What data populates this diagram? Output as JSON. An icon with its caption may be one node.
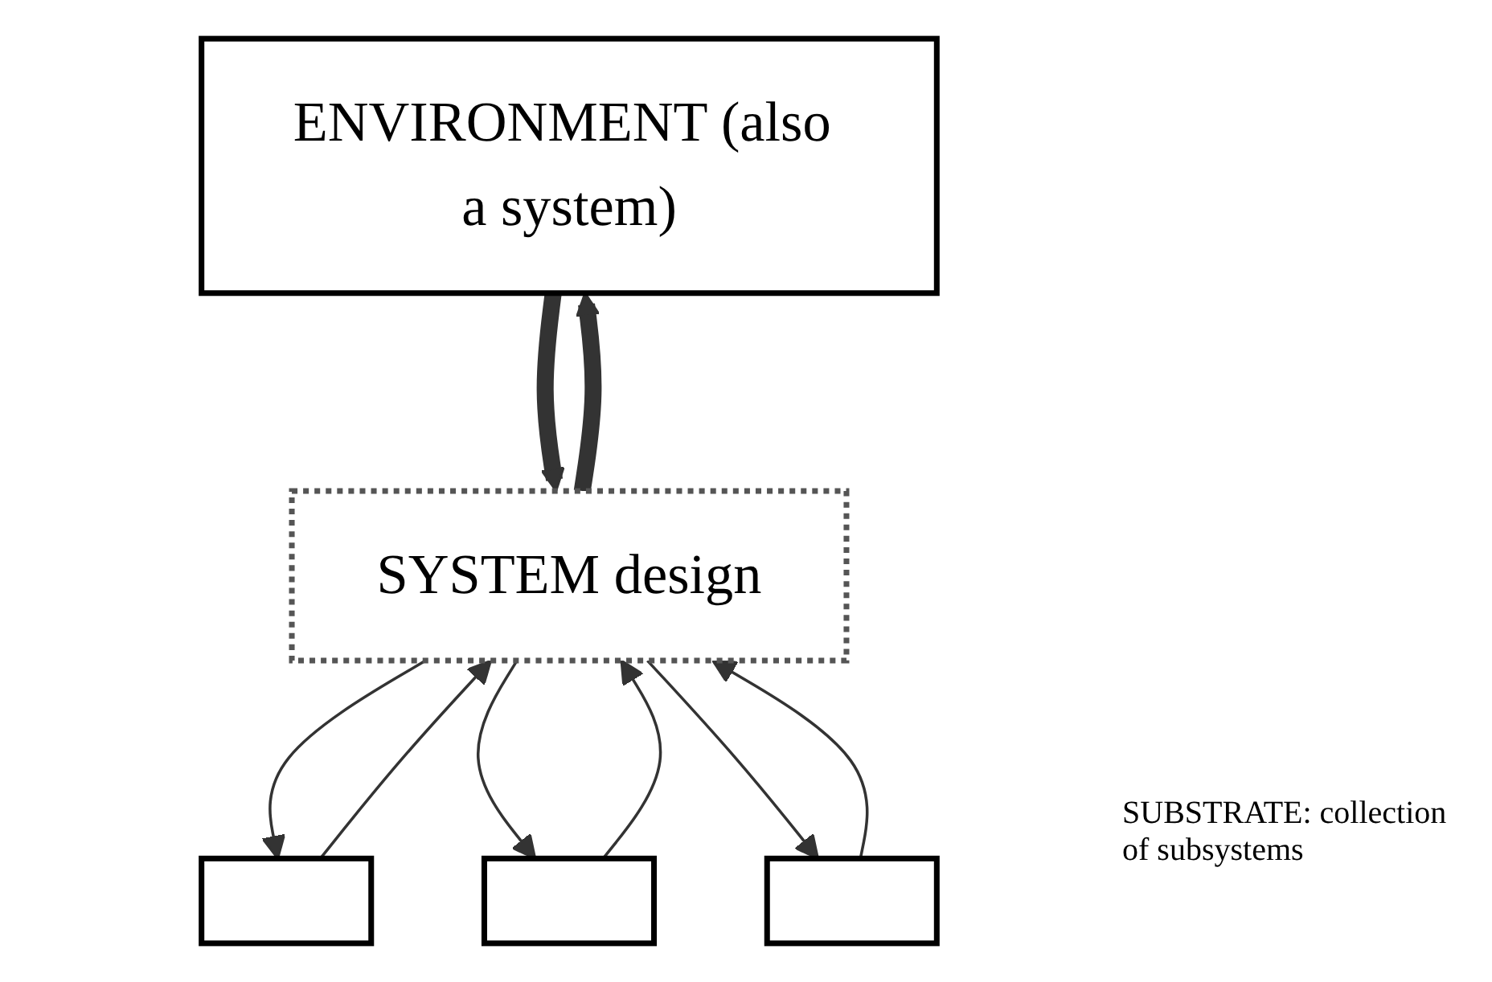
{
  "diagram": {
    "nodes": [
      {
        "text": [
          "ENVIRONMENT (also a system)"
        ]
      },
      {
        "text": [
          "SYSTEM design"
        ]
      },
      {
        "text": [],
        "shape": "box"
      },
      {
        "text": [],
        "shape": "box"
      },
      {
        "text": [],
        "shape": "box"
      }
    ],
    "edges": [
      {
        "from": 0,
        "to": 1,
        "arrow": "to",
        "style": "thick"
      },
      {
        "from": 1,
        "to": 0,
        "arrow": "to",
        "style": "thick"
      },
      {
        "from": 1,
        "to": 2,
        "arrow": "to"
      },
      {
        "from": 2,
        "to": 1,
        "arrow": "to"
      },
      {
        "from": 1,
        "to": 3,
        "arrow": "to"
      },
      {
        "from": 3,
        "to": 1,
        "arrow": "to"
      },
      {
        "from": 1,
        "to": 4,
        "arrow": "to"
      },
      {
        "from": 4,
        "to": 1,
        "arrow": "to"
      }
    ],
    "labels": [
      "SUBSTRATE: collection of subsystems"
    ]
  }
}
